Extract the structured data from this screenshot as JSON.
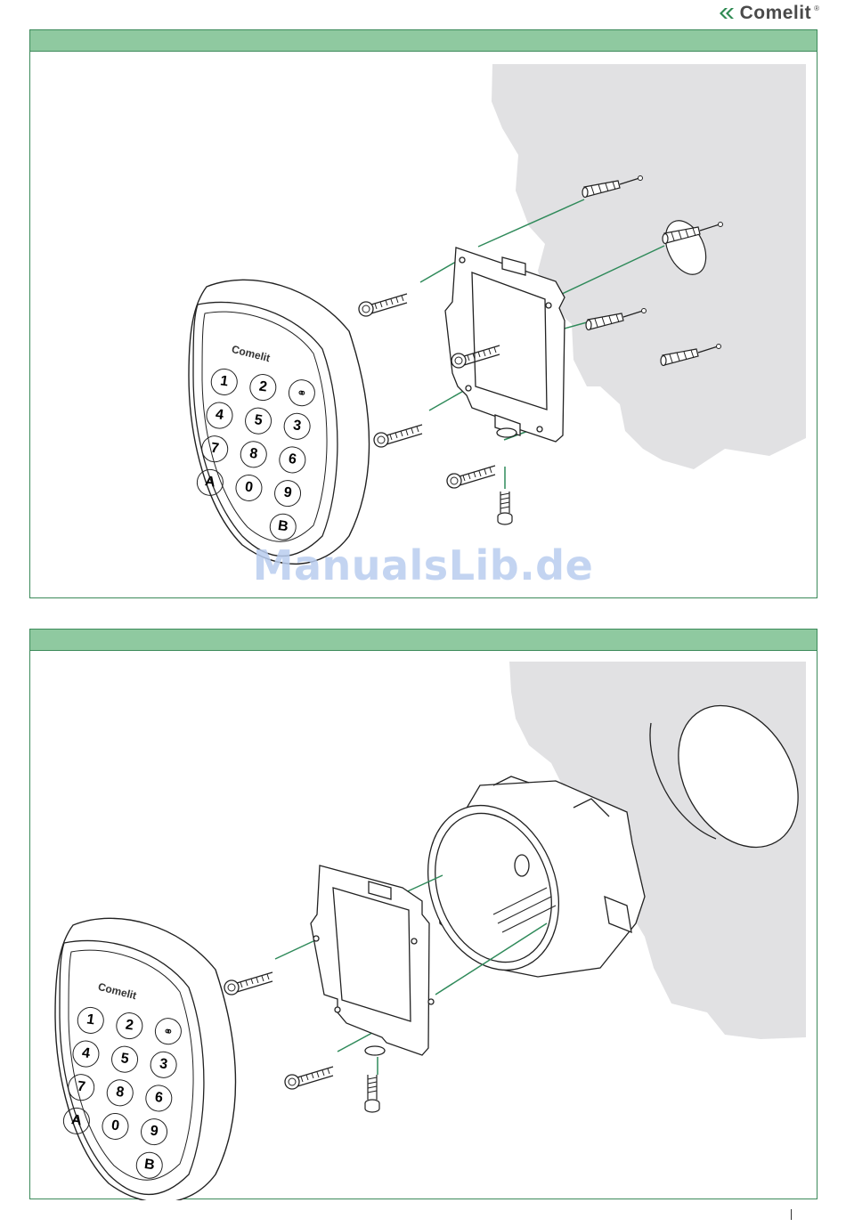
{
  "header": {
    "brand": "Comelit",
    "trademark": "®"
  },
  "keypad": {
    "brand": "Comelit",
    "keys": [
      "1",
      "2",
      "",
      "4",
      "5",
      "3",
      "7",
      "8",
      "6",
      "A",
      "0",
      "9",
      "",
      "",
      "B"
    ]
  },
  "watermark": "ManualsLib.de",
  "colors": {
    "band": "#8fc9a0",
    "border": "#3c8a5a",
    "wall": "#e1e1e3",
    "guide": "#2f8a5a",
    "watermark": "#b9cdef"
  }
}
